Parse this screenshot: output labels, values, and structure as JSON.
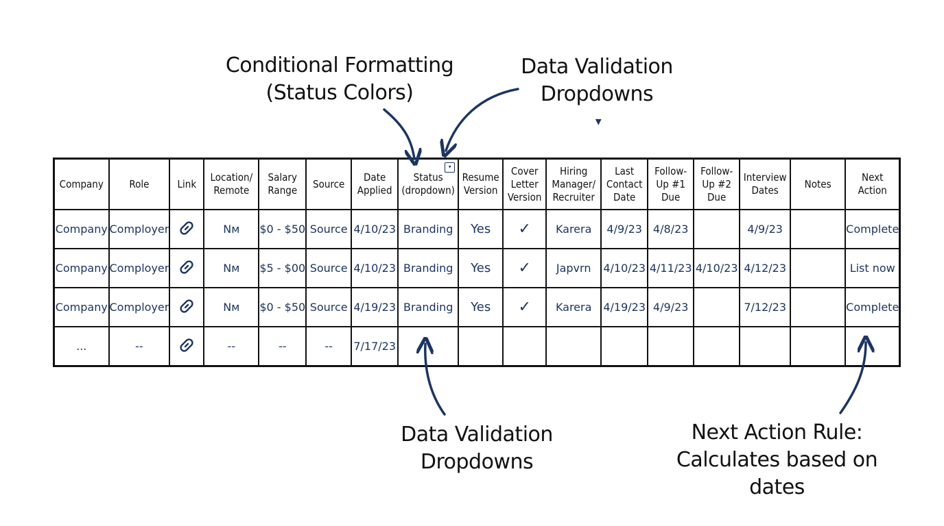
{
  "callouts": {
    "conditional_formatting": [
      "Conditional Formatting",
      "(Status Colors)"
    ],
    "validation_top": [
      "Data Validation",
      "Dropdowns"
    ],
    "validation_bottom": [
      "Data Validation",
      "Dropdowns"
    ],
    "next_action_rule": [
      "Next Action Rule:",
      "Calculates based on",
      "dates"
    ]
  },
  "dropdown_glyph": "▾",
  "table": {
    "columns": [
      [
        "Company"
      ],
      [
        "Role"
      ],
      [
        "Link"
      ],
      [
        "Location/",
        "Remote"
      ],
      [
        "Salary",
        "Range"
      ],
      [
        "Source"
      ],
      [
        "Date",
        "Applied"
      ],
      [
        "Status",
        "(dropdown)"
      ],
      [
        "Resume",
        "Version"
      ],
      [
        "Cover",
        "Letter",
        "Version"
      ],
      [
        "Hiring",
        "Manager/",
        "Recruiter"
      ],
      [
        "Last",
        "Contact",
        "Date"
      ],
      [
        "Follow-",
        "Up #1",
        "Due"
      ],
      [
        "Follow-",
        "Up #2",
        "Due"
      ],
      [
        "Interview",
        "Dates"
      ],
      [
        "Notes"
      ],
      [
        "Next",
        "Action"
      ]
    ],
    "rows": [
      [
        "Company",
        "Comployer",
        "link-icon",
        "Nм",
        "$0 - $50",
        "Source",
        "4/10/23",
        "Branding",
        "Yes",
        "✓",
        "Karera",
        "4/9/23",
        "4/8/23",
        "",
        "4/9/23",
        "",
        "Complete"
      ],
      [
        "Company",
        "Comployer",
        "link-icon",
        "Nм",
        "$5 - $00",
        "Source",
        "4/10/23",
        "Branding",
        "Yes",
        "✓",
        "Japvrn",
        "4/10/23",
        "4/11/23",
        "4/10/23",
        "4/12/23",
        "",
        "List now"
      ],
      [
        "Company",
        "Comployer",
        "link-icon",
        "Nм",
        "$0 - $50",
        "Source",
        "4/19/23",
        "Branding",
        "Yes",
        "✓",
        "Karera",
        "4/19/23",
        "4/9/23",
        "",
        "7/12/23",
        "",
        "Complete"
      ],
      [
        "...",
        "--",
        "link-icon",
        "--",
        "--",
        "--",
        "7/17/23",
        "",
        "",
        "",
        "",
        "",
        "",
        "",
        "",
        "",
        ""
      ]
    ]
  },
  "colors": {
    "ink": "#111111",
    "cell_text": "#1c3560",
    "arrow": "#1c3560"
  }
}
